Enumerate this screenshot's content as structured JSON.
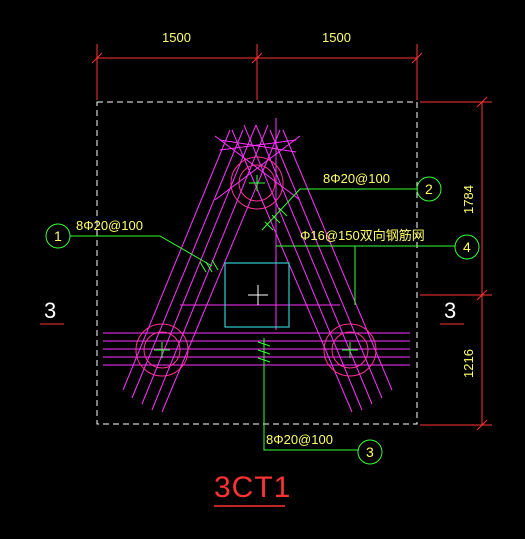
{
  "colors": {
    "background": "#000000",
    "dimension_line": "#ff3333",
    "dimension_text": "#ffff66",
    "outline": "#ffffff",
    "rebar": "#ff33ff",
    "pile": "#ff3399",
    "column": "#33cccc",
    "leader": "#33ff33",
    "axis": "#ff3333"
  },
  "dimensions": {
    "top_left": "1500",
    "top_right": "1500",
    "right_upper": "1784",
    "right_lower": "1216"
  },
  "callouts": [
    {
      "text": "8Φ20@100",
      "tag": "1"
    },
    {
      "text": "8Φ20@100",
      "tag": "2"
    },
    {
      "text": "8Φ20@100",
      "tag": "3"
    },
    {
      "text": "Φ16@150双向钢筋网",
      "tag": "4"
    }
  ],
  "section_marks": {
    "left": "3",
    "right": "3"
  },
  "title": "3CT1"
}
